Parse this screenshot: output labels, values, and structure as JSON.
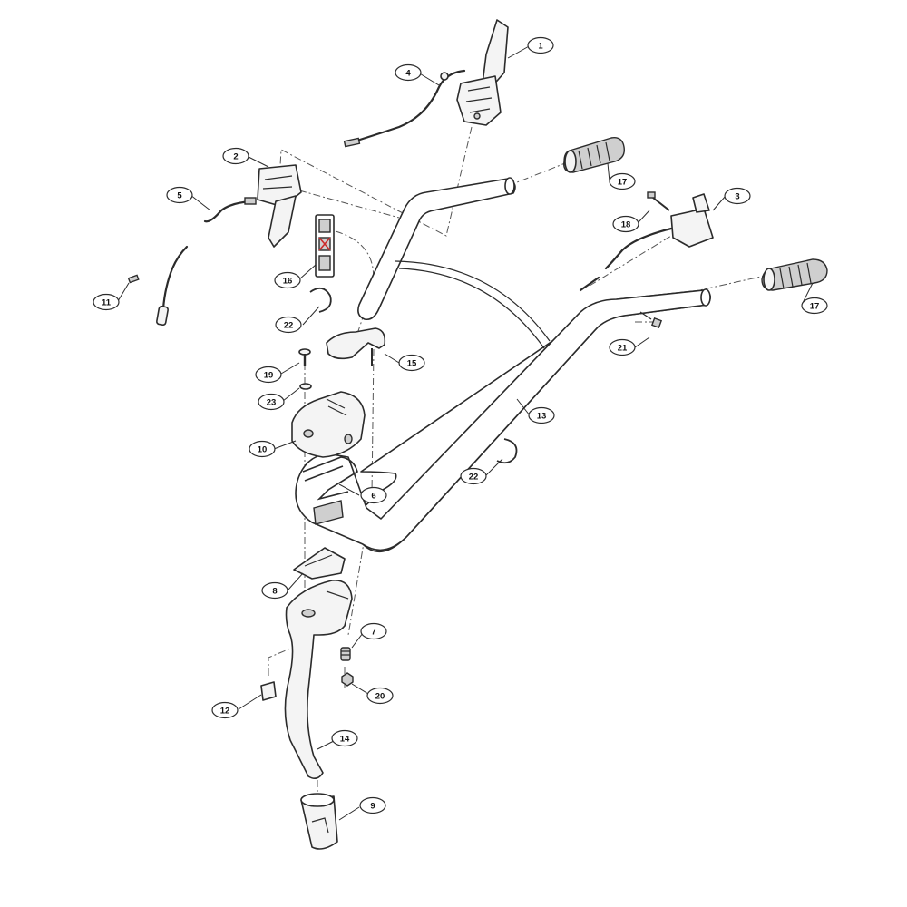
{
  "callouts": [
    {
      "label": "1"
    },
    {
      "label": "2"
    },
    {
      "label": "3"
    },
    {
      "label": "4"
    },
    {
      "label": "5"
    },
    {
      "label": "6"
    },
    {
      "label": "7"
    },
    {
      "label": "8"
    },
    {
      "label": "9"
    },
    {
      "label": "10"
    },
    {
      "label": "11"
    },
    {
      "label": "12"
    },
    {
      "label": "13"
    },
    {
      "label": "14"
    },
    {
      "label": "15"
    },
    {
      "label": "16"
    },
    {
      "label": "17"
    },
    {
      "label": "17"
    },
    {
      "label": "18"
    },
    {
      "label": "19"
    },
    {
      "label": "20"
    },
    {
      "label": "21"
    },
    {
      "label": "22"
    },
    {
      "label": "22"
    },
    {
      "label": "23"
    }
  ]
}
